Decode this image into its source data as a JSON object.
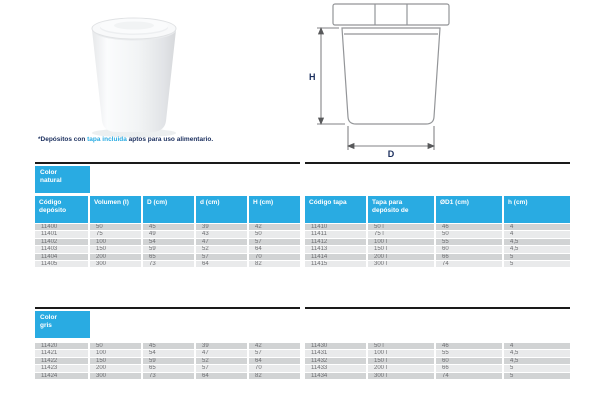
{
  "colors": {
    "accent": "#29abe2",
    "row_dark": "#d1d3d4",
    "row_light": "#e9eaeb",
    "rule": "#1a1a1a",
    "cell_text": "#6d6e71",
    "navy": "#1b2f5e"
  },
  "caption": {
    "part1": "*Depósitos con ",
    "part2": "tapa incluida",
    "part3": " aptos para uso alimentario."
  },
  "drawing": {
    "height_label": "H",
    "width_label": "D"
  },
  "natural": {
    "badge": {
      "line1": "Color",
      "line2": "natural"
    },
    "left": {
      "headers": [
        "Código depósito",
        "Volumen (l)",
        "D (cm)",
        "d (cm)",
        "H (cm)"
      ],
      "rows": [
        [
          "11400",
          "50",
          "45",
          "39",
          "42"
        ],
        [
          "11401",
          "75",
          "49",
          "43",
          "50"
        ],
        [
          "11402",
          "100",
          "54",
          "47",
          "57"
        ],
        [
          "11403",
          "150",
          "59",
          "52",
          "64"
        ],
        [
          "11404",
          "200",
          "65",
          "57",
          "70"
        ],
        [
          "11405",
          "300",
          "73",
          "64",
          "82"
        ]
      ]
    },
    "right": {
      "headers": [
        "Código tapa",
        "Tapa para depósito de",
        "ØD1 (cm)",
        "h (cm)"
      ],
      "rows": [
        [
          "11410",
          "50 l",
          "46",
          "4"
        ],
        [
          "11411",
          "75 l",
          "50",
          "4"
        ],
        [
          "11412",
          "100 l",
          "55",
          "4,5"
        ],
        [
          "11413",
          "150 l",
          "60",
          "4,5"
        ],
        [
          "11414",
          "200 l",
          "66",
          "5"
        ],
        [
          "11415",
          "300 l",
          "74",
          "5"
        ]
      ]
    }
  },
  "gris": {
    "badge": {
      "line1": "Color",
      "line2": "gris"
    },
    "left": {
      "rows": [
        [
          "11420",
          "50",
          "45",
          "39",
          "42"
        ],
        [
          "11421",
          "100",
          "54",
          "47",
          "57"
        ],
        [
          "11422",
          "150",
          "59",
          "52",
          "64"
        ],
        [
          "11423",
          "200",
          "65",
          "57",
          "70"
        ],
        [
          "11424",
          "300",
          "73",
          "64",
          "82"
        ]
      ]
    },
    "right": {
      "rows": [
        [
          "11430",
          "50 l",
          "46",
          "4"
        ],
        [
          "11431",
          "100 l",
          "55",
          "4,5"
        ],
        [
          "11432",
          "150 l",
          "60",
          "4,5"
        ],
        [
          "11433",
          "200 l",
          "66",
          "5"
        ],
        [
          "11434",
          "300 l",
          "74",
          "5"
        ]
      ]
    }
  }
}
